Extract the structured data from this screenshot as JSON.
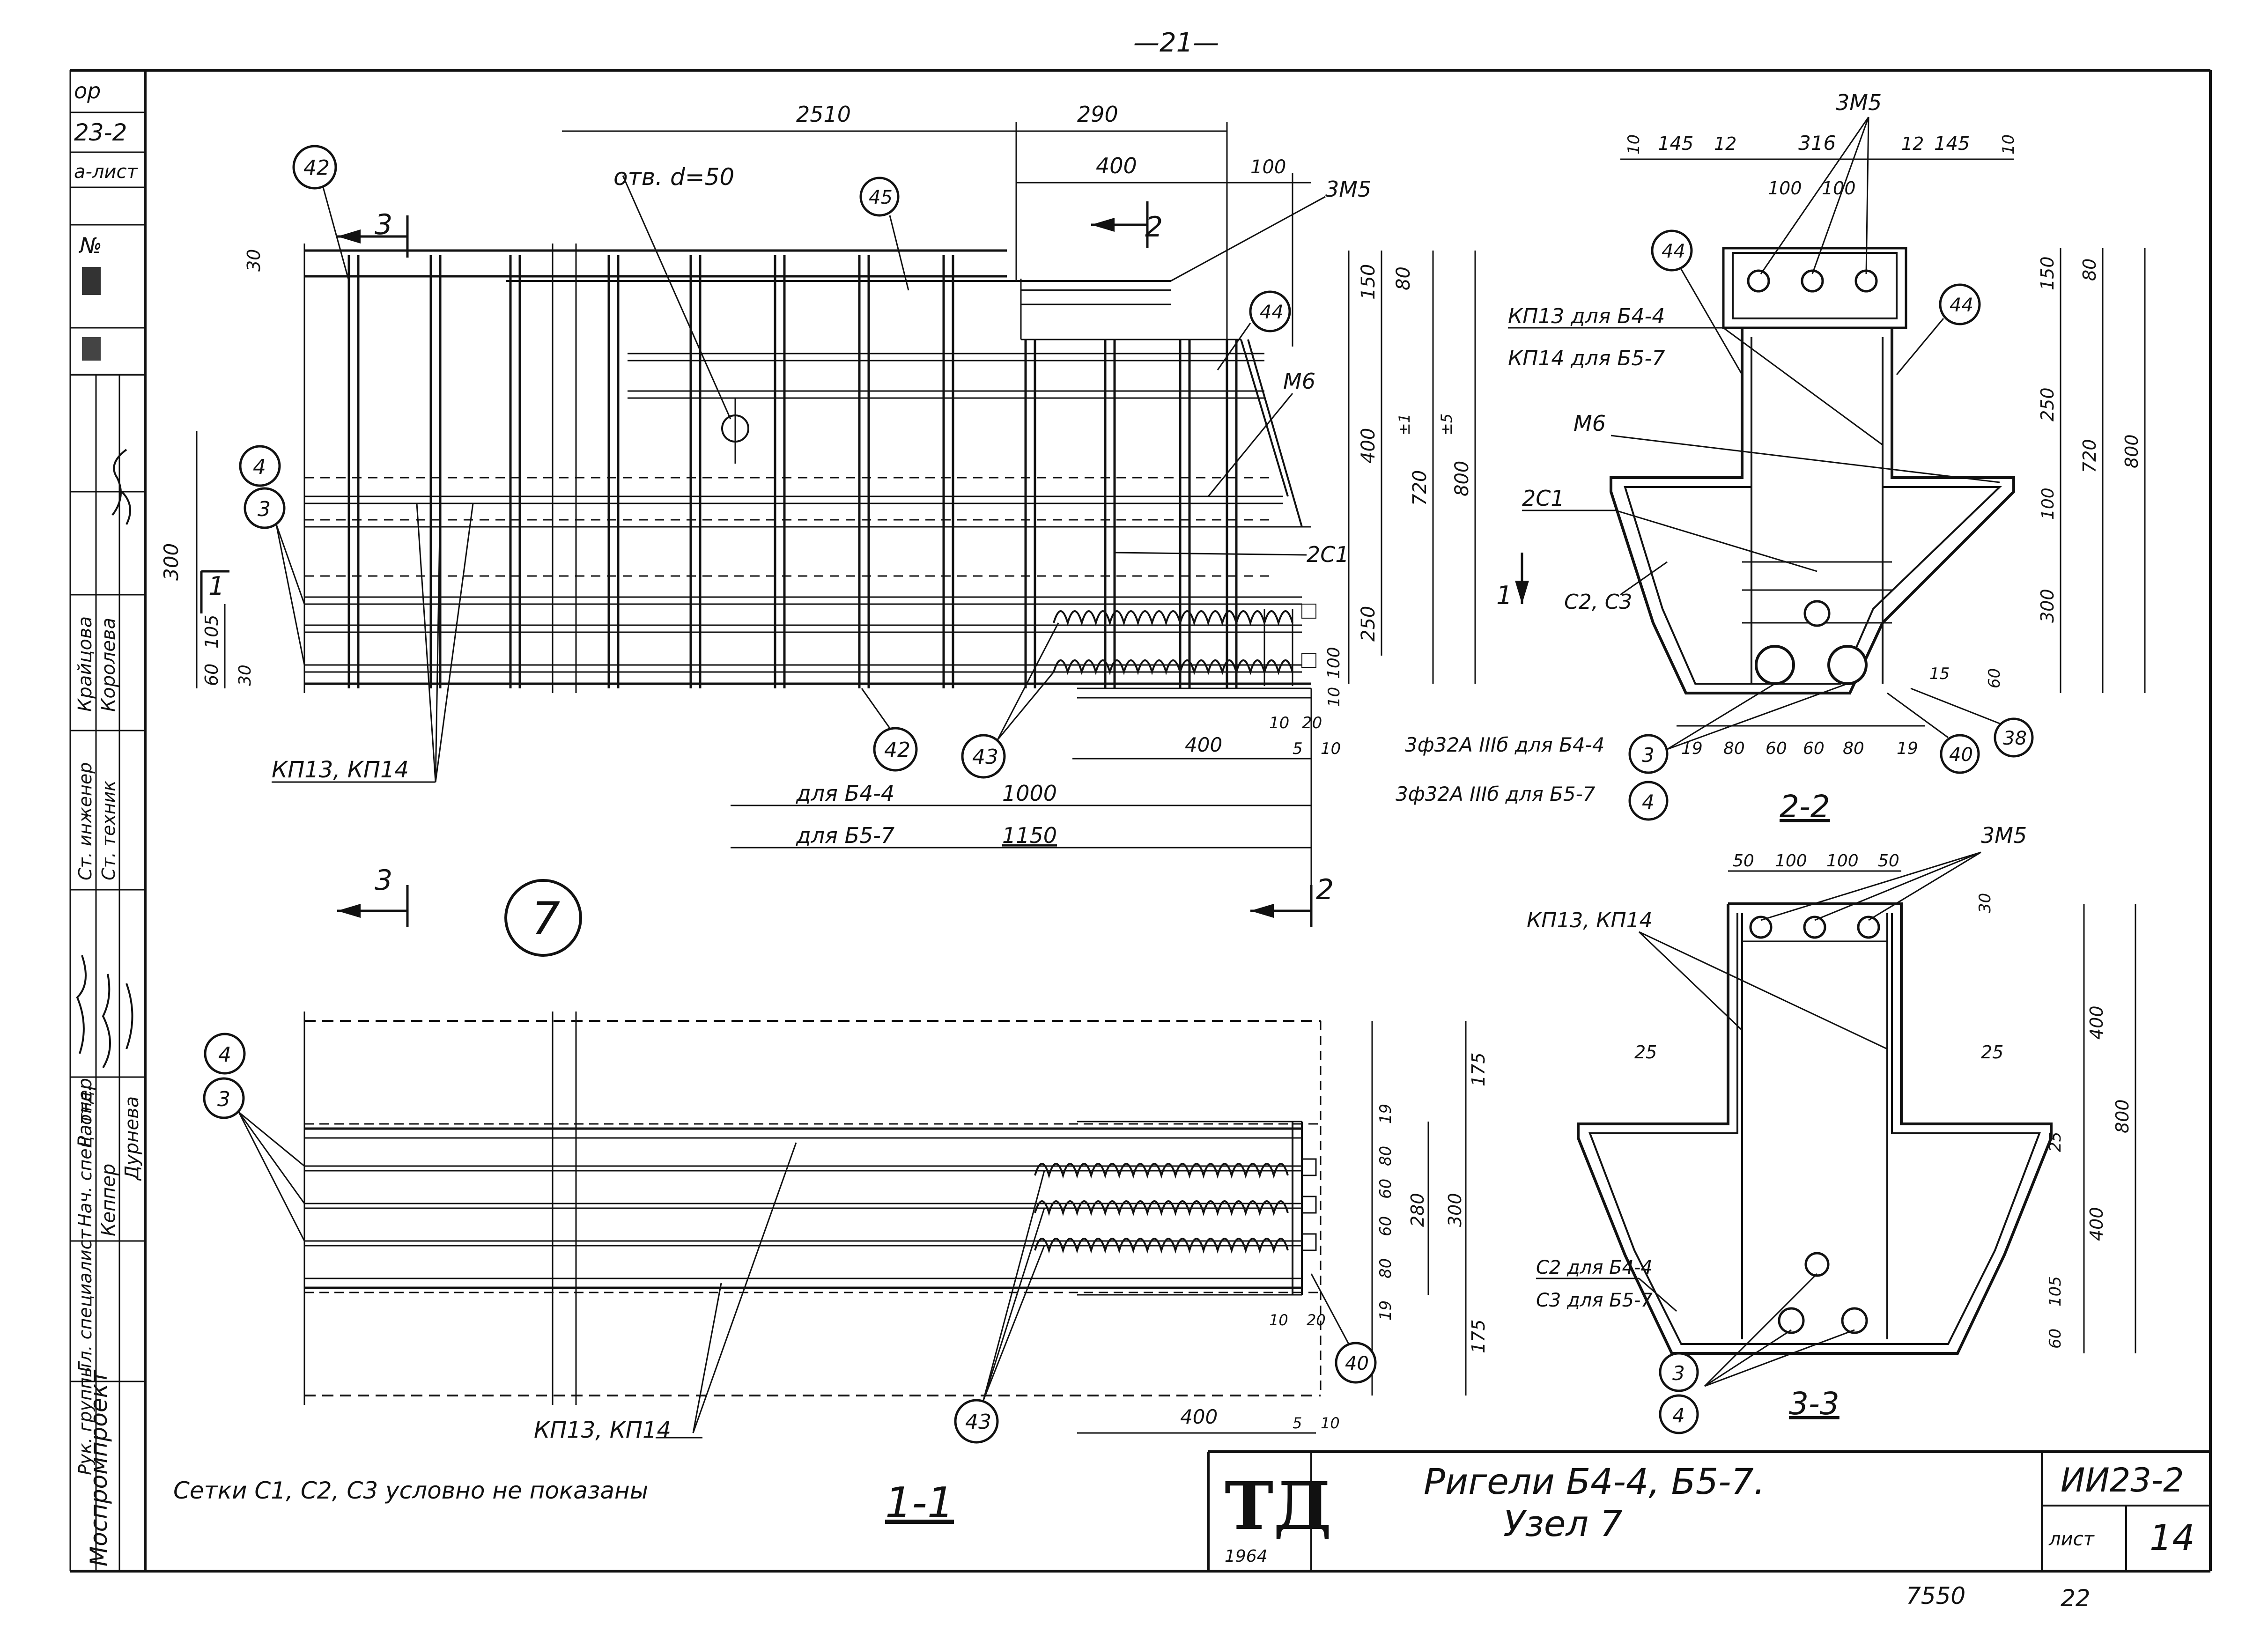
{
  "page_number": "—21—",
  "stamp": {
    "logo": "ТД",
    "year": "1964",
    "title_line1": "Ригели Б4-4, Б5-7.",
    "title_line2": "Узел 7",
    "series": "ИИ23-2",
    "sheet_label": "лист",
    "sheet_no": "14"
  },
  "bottom": {
    "left_no": "7550",
    "right_no": "22"
  },
  "note": "Сетки С1, С2, С3 условно не показаны",
  "node_number": "7",
  "sidebar": {
    "top_lines": [
      "ор",
      "23-2",
      "а-лист",
      "№"
    ],
    "org": "Моспромпроект",
    "roles": [
      "Рук. группы",
      "Гл. специалист",
      "Нач. спец. отд.",
      "Ст. инженер",
      "Ст. техник"
    ],
    "names": [
      "Дурнева",
      "Кеппер",
      "Ратнер",
      "Крайцова",
      "Королева"
    ]
  },
  "views": {
    "elevation": {
      "dims_top": [
        "2510",
        "290",
        "400",
        "100"
      ],
      "dims_left": [
        "30",
        "300",
        "105",
        "60",
        "30"
      ],
      "dims_right": [
        "150",
        "80",
        "400",
        "720",
        "800",
        "250",
        "100",
        "10"
      ],
      "tol1": "±1",
      "tol2": "±5",
      "hole": "отв. d=50",
      "labels": [
        "3М5",
        "М6",
        "2С1",
        "КП13, КП14"
      ],
      "bottom_dims": [
        "10",
        "20",
        "5",
        "10",
        "400"
      ],
      "for_b44": "для Б4-4",
      "len_b44": "1000",
      "for_b57": "для Б5-7",
      "len_b57": "1150",
      "sections": [
        "3",
        "2",
        "1"
      ]
    },
    "sec22": {
      "title": "2-2",
      "top_dims": [
        "10",
        "145",
        "12",
        "316",
        "12",
        "145",
        "10"
      ],
      "pitch": [
        "100",
        "100"
      ],
      "right_dims": [
        "150",
        "80",
        "250",
        "720",
        "800",
        "100",
        "300",
        "15",
        "60"
      ],
      "bottom_dims": [
        "19",
        "80",
        "60",
        "60",
        "80",
        "19"
      ],
      "labels": [
        "3М5",
        "КП13 для Б4-4",
        "КП14 для Б5-7",
        "М6",
        "2С1",
        "С2, С3"
      ],
      "bars1": "3ф32А IIIб для Б4-4",
      "bars2": "3ф32А IIIб для Б5-7"
    },
    "sec33": {
      "title": "3-3",
      "top_dims": [
        "50",
        "100",
        "100",
        "50"
      ],
      "dims": [
        "30",
        "25",
        "25",
        "400",
        "800",
        "25",
        "400",
        "105",
        "60"
      ],
      "labels": [
        "3М5",
        "КП13, КП14",
        "С2 для Б4-4",
        "С3 для Б5-7"
      ]
    },
    "sec11": {
      "title": "1-1",
      "right_dims": [
        "175",
        "19",
        "80",
        "60",
        "280",
        "300",
        "60",
        "80",
        "19",
        "175"
      ],
      "bottom_dims": [
        "10",
        "20",
        "5",
        "10",
        "400"
      ],
      "label": "КП13, КП14"
    }
  },
  "callouts": [
    "42",
    "45",
    "44",
    "4",
    "3",
    "42",
    "43",
    "44",
    "40",
    "38",
    "3",
    "4",
    "4",
    "3",
    "43",
    "40",
    "3",
    "4"
  ]
}
